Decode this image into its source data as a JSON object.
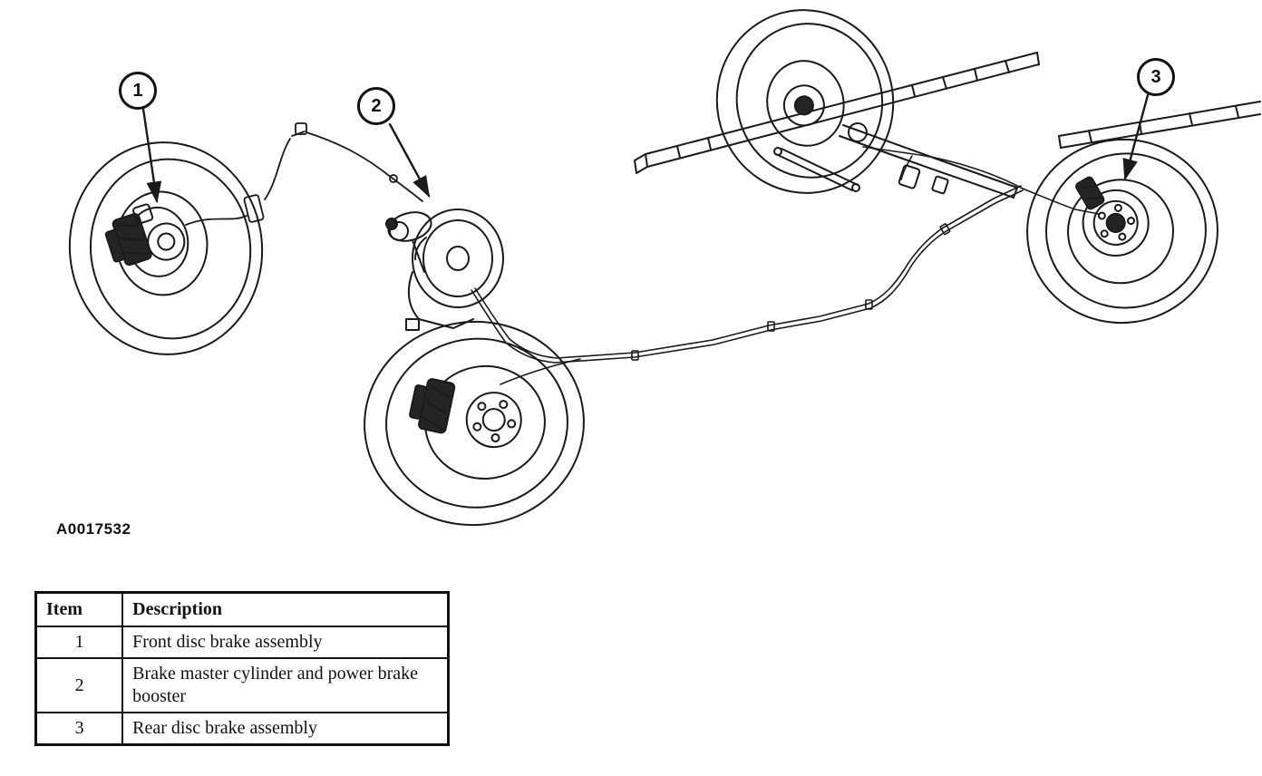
{
  "figure": {
    "code": "A0017532",
    "description": "Brake system line-art diagram showing front disc brakes, master cylinder with power brake booster, rear axle and rear disc brake with connecting brake lines",
    "callouts": [
      {
        "number": "1",
        "target": "front-disc-brake-assembly"
      },
      {
        "number": "2",
        "target": "brake-master-cylinder-and-power-brake-booster"
      },
      {
        "number": "3",
        "target": "rear-disc-brake-assembly"
      }
    ]
  },
  "table": {
    "headers": [
      "Item",
      "Description"
    ],
    "rows": [
      {
        "item": "1",
        "description": "Front disc brake assembly"
      },
      {
        "item": "2",
        "description": "Brake master cylinder and power brake booster"
      },
      {
        "item": "3",
        "description": "Rear disc brake assembly"
      }
    ]
  },
  "colors": {
    "ink": "#1a1a1a",
    "background": "#ffffff"
  }
}
